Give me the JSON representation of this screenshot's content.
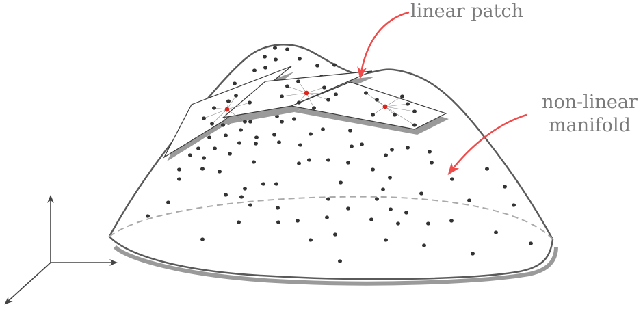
{
  "labels": {
    "patch": "linear patch",
    "manifold_line1": "non-linear",
    "manifold_line2": "manifold"
  },
  "colors": {
    "outline": "#5a5a5a",
    "shadow": "#9a9a9a",
    "dots": "#333333",
    "patch_edge": "#3a3a3a",
    "centers": "#e0241b",
    "arrows": "#ef4b4b",
    "labels": "#7a7a7a",
    "equator": "#aaaaaa",
    "axes": "#444444"
  }
}
